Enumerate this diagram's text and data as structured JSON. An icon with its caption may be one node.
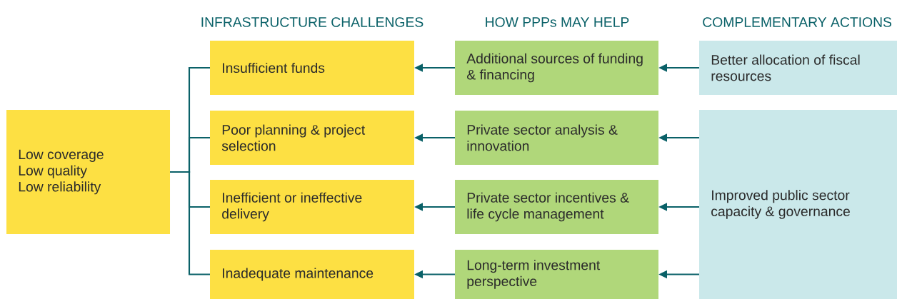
{
  "diagram": {
    "nodes": [
      {
        "text": [
          "Low coverage",
          "Low quality",
          "Low reliability"
        ]
      },
      {
        "text": [
          "Insufficient funds"
        ]
      },
      {
        "text": [
          "Poor planning & project selection"
        ]
      },
      {
        "text": [
          "Inefficient or ineffective delivery"
        ]
      },
      {
        "text": [
          "Inadequate maintenance"
        ]
      },
      {
        "text": [
          "Additional sources of funding & financing"
        ]
      },
      {
        "text": [
          "Private sector analysis & innovation"
        ]
      },
      {
        "text": [
          "Private sector incentives & life cycle management"
        ]
      },
      {
        "text": [
          "Long-term investment perspective"
        ]
      },
      {
        "text": [
          "Better allocation of fiscal resources"
        ]
      },
      {
        "text": [
          "Improved public sector capacity & governance"
        ]
      }
    ],
    "edges": [
      {
        "from": 0,
        "to": 1,
        "arrow": "none"
      },
      {
        "from": 0,
        "to": 2,
        "arrow": "none"
      },
      {
        "from": 0,
        "to": 3,
        "arrow": "none"
      },
      {
        "from": 0,
        "to": 4,
        "arrow": "none"
      },
      {
        "from": 5,
        "to": 1,
        "arrow": "to"
      },
      {
        "from": 6,
        "to": 2,
        "arrow": "to"
      },
      {
        "from": 7,
        "to": 3,
        "arrow": "to"
      },
      {
        "from": 8,
        "to": 4,
        "arrow": "to"
      },
      {
        "from": 9,
        "to": 5,
        "arrow": "to"
      },
      {
        "from": 10,
        "to": 6,
        "arrow": "to"
      },
      {
        "from": 10,
        "to": 7,
        "arrow": "to"
      },
      {
        "from": 10,
        "to": 8,
        "arrow": "to"
      }
    ],
    "labels": [
      "INFRASTRUCTURE CHALLENGES",
      "HOW PPPs MAY HELP",
      "COMPLEMENTARY ACTIONS"
    ]
  }
}
